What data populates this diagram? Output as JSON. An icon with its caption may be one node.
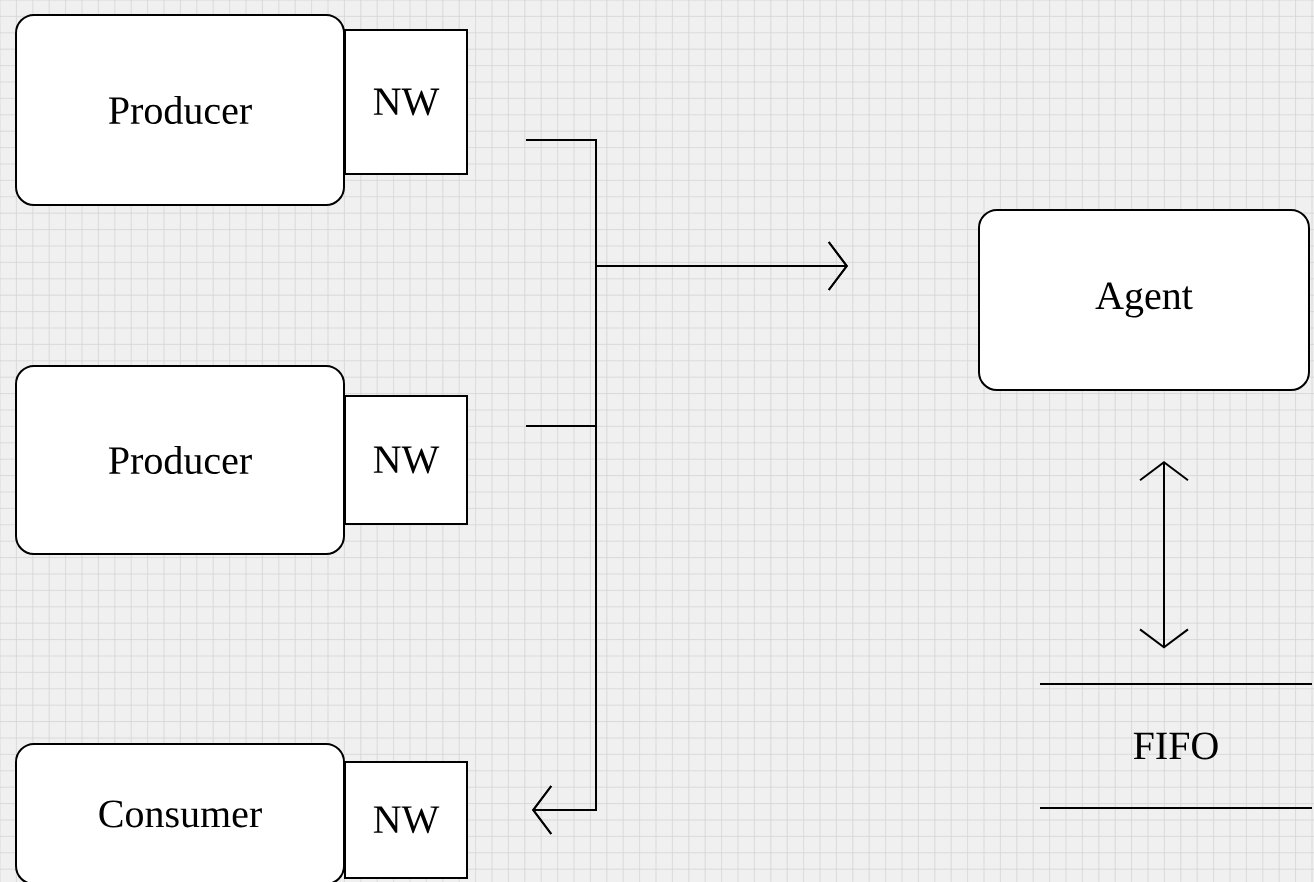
{
  "diagram": {
    "nodes": [
      {
        "text": [
          "Producer"
        ]
      },
      {
        "text": [
          "NW"
        ]
      },
      {
        "text": [
          "Producer"
        ]
      },
      {
        "text": [
          "NW"
        ]
      },
      {
        "text": [
          "Consumer"
        ]
      },
      {
        "text": [
          "NW"
        ]
      },
      {
        "text": [
          "Agent"
        ]
      },
      {
        "text": [
          "FIFO"
        ]
      }
    ],
    "edges": [
      {
        "from": 1,
        "to": 6,
        "arrow": "to"
      },
      {
        "from": 1,
        "to": 5,
        "arrow": "to"
      },
      {
        "from": 3,
        "to": 6,
        "arrow": "to"
      },
      {
        "from": 3,
        "to": 5,
        "arrow": "to"
      },
      {
        "from": 6,
        "to": 7,
        "arrow": "both"
      }
    ]
  }
}
